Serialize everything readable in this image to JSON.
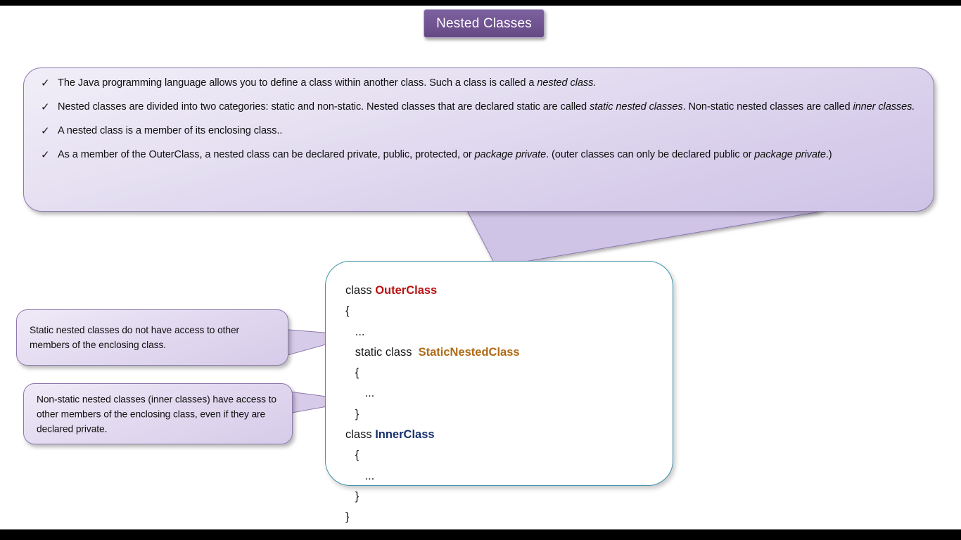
{
  "slide": {
    "title": "Nested Classes",
    "bullet_marker": "✓"
  },
  "main_callout": {
    "bullets": [
      {
        "id": "bullet-definition",
        "segments": [
          {
            "text": "The Java programming language allows you to define a class within another class. Such a class is called a ",
            "italic": false
          },
          {
            "text": "nested class.",
            "italic": true
          }
        ],
        "plain": "The Java programming language allows you to define a class within another class. Such a class is called a nested class."
      },
      {
        "id": "bullet-categories",
        "segments": [
          {
            "text": "Nested classes are divided into two categories: static and non-static. Nested classes that are declared static are called ",
            "italic": false
          },
          {
            "text": "static nested classes",
            "italic": true
          },
          {
            "text": ". Non-static nested classes are called ",
            "italic": false
          },
          {
            "text": "inner classes.",
            "italic": true
          }
        ],
        "plain": "Nested classes are divided into two categories: static and non-static. Nested classes that are declared static are called static nested classes. Non-static nested classes are called inner classes."
      },
      {
        "id": "bullet-member",
        "segments": [
          {
            "text": "A nested class is a member of its enclosing class..",
            "italic": false
          }
        ],
        "plain": "A nested class is a member of its enclosing class.."
      },
      {
        "id": "bullet-access-modifiers",
        "segments": [
          {
            "text": "As a member of the OuterClass, a nested class can be declared private, public, protected, or ",
            "italic": false
          },
          {
            "text": "package private",
            "italic": true
          },
          {
            "text": ". (outer classes can only be declared public or ",
            "italic": false
          },
          {
            "text": "package private",
            "italic": true
          },
          {
            "text": ".)",
            "italic": false
          }
        ],
        "plain": "As a member of the OuterClass, a nested class can be declared private, public, protected, or package private. (outer classes can only be declared public or package private.)"
      }
    ]
  },
  "code_box": {
    "lines": [
      {
        "id": "line-outer-decl",
        "segments": [
          {
            "text": "class ",
            "style": "plain"
          },
          {
            "text": "OuterClass",
            "style": "outer"
          }
        ]
      },
      {
        "id": "line-outer-open",
        "segments": [
          {
            "text": "{",
            "style": "plain"
          }
        ]
      },
      {
        "id": "line-outer-ellipsis",
        "segments": [
          {
            "text": "   ...",
            "style": "plain"
          }
        ]
      },
      {
        "id": "line-static-decl",
        "segments": [
          {
            "text": "   static class  ",
            "style": "plain"
          },
          {
            "text": "StaticNestedClass",
            "style": "static"
          }
        ]
      },
      {
        "id": "line-static-open",
        "segments": [
          {
            "text": "   {",
            "style": "plain"
          }
        ]
      },
      {
        "id": "line-static-ellipsis",
        "segments": [
          {
            "text": "      ...",
            "style": "plain"
          }
        ]
      },
      {
        "id": "line-static-close",
        "segments": [
          {
            "text": "   }",
            "style": "plain"
          }
        ]
      },
      {
        "id": "line-inner-decl",
        "segments": [
          {
            "text": "class ",
            "style": "plain"
          },
          {
            "text": "InnerClass",
            "style": "inner"
          }
        ]
      },
      {
        "id": "line-inner-open",
        "segments": [
          {
            "text": "   {",
            "style": "plain"
          }
        ]
      },
      {
        "id": "line-inner-ellipsis",
        "segments": [
          {
            "text": "      ...",
            "style": "plain"
          }
        ]
      },
      {
        "id": "line-inner-close",
        "segments": [
          {
            "text": "   }",
            "style": "plain"
          }
        ]
      },
      {
        "id": "line-outer-close",
        "segments": [
          {
            "text": "}",
            "style": "plain"
          }
        ]
      }
    ]
  },
  "notes": [
    {
      "id": "note-static-nested",
      "text": "Static nested classes do not have access to other members of the enclosing class."
    },
    {
      "id": "note-inner-class",
      "text": "Non-static nested classes (inner classes) have access to other members of the enclosing class, even if they are declared private."
    }
  ],
  "colors": {
    "title_badge": "#715391",
    "callout_fill": "#d9d0ec",
    "callout_border": "#8d79ae",
    "code_box_border": "#3f93ad",
    "outer_class": "#bb1111",
    "static_nested_class": "#b06a16",
    "inner_class": "#17306e",
    "letterbox": "#000000"
  }
}
